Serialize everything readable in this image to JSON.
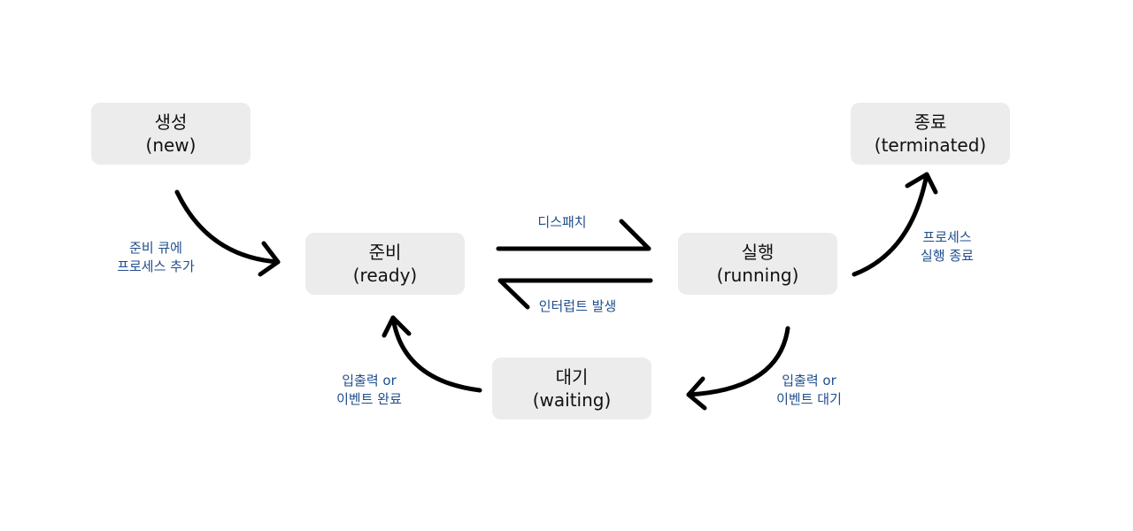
{
  "states": {
    "new": {
      "name": "생성",
      "en": "(new)"
    },
    "ready": {
      "name": "준비",
      "en": "(ready)"
    },
    "running": {
      "name": "실행",
      "en": "(running)"
    },
    "waiting": {
      "name": "대기",
      "en": "(waiting)"
    },
    "terminated": {
      "name": "종료",
      "en": "(terminated)"
    }
  },
  "transitions": {
    "admit": {
      "line1": "준비 큐에",
      "line2": "프로세스 추가"
    },
    "dispatch": {
      "line1": "디스패치"
    },
    "interrupt": {
      "line1": "인터럽트 발생"
    },
    "exit": {
      "line1": "프로세스",
      "line2": "실행 종료"
    },
    "io_wait": {
      "line1": "입출력 or",
      "line2": "이벤트 대기"
    },
    "io_done": {
      "line1": "입출력 or",
      "line2": "이벤트 완료"
    }
  },
  "colors": {
    "node_fill": "#ececec",
    "label_text": "#1f4e8c",
    "arrow": "#000000"
  }
}
